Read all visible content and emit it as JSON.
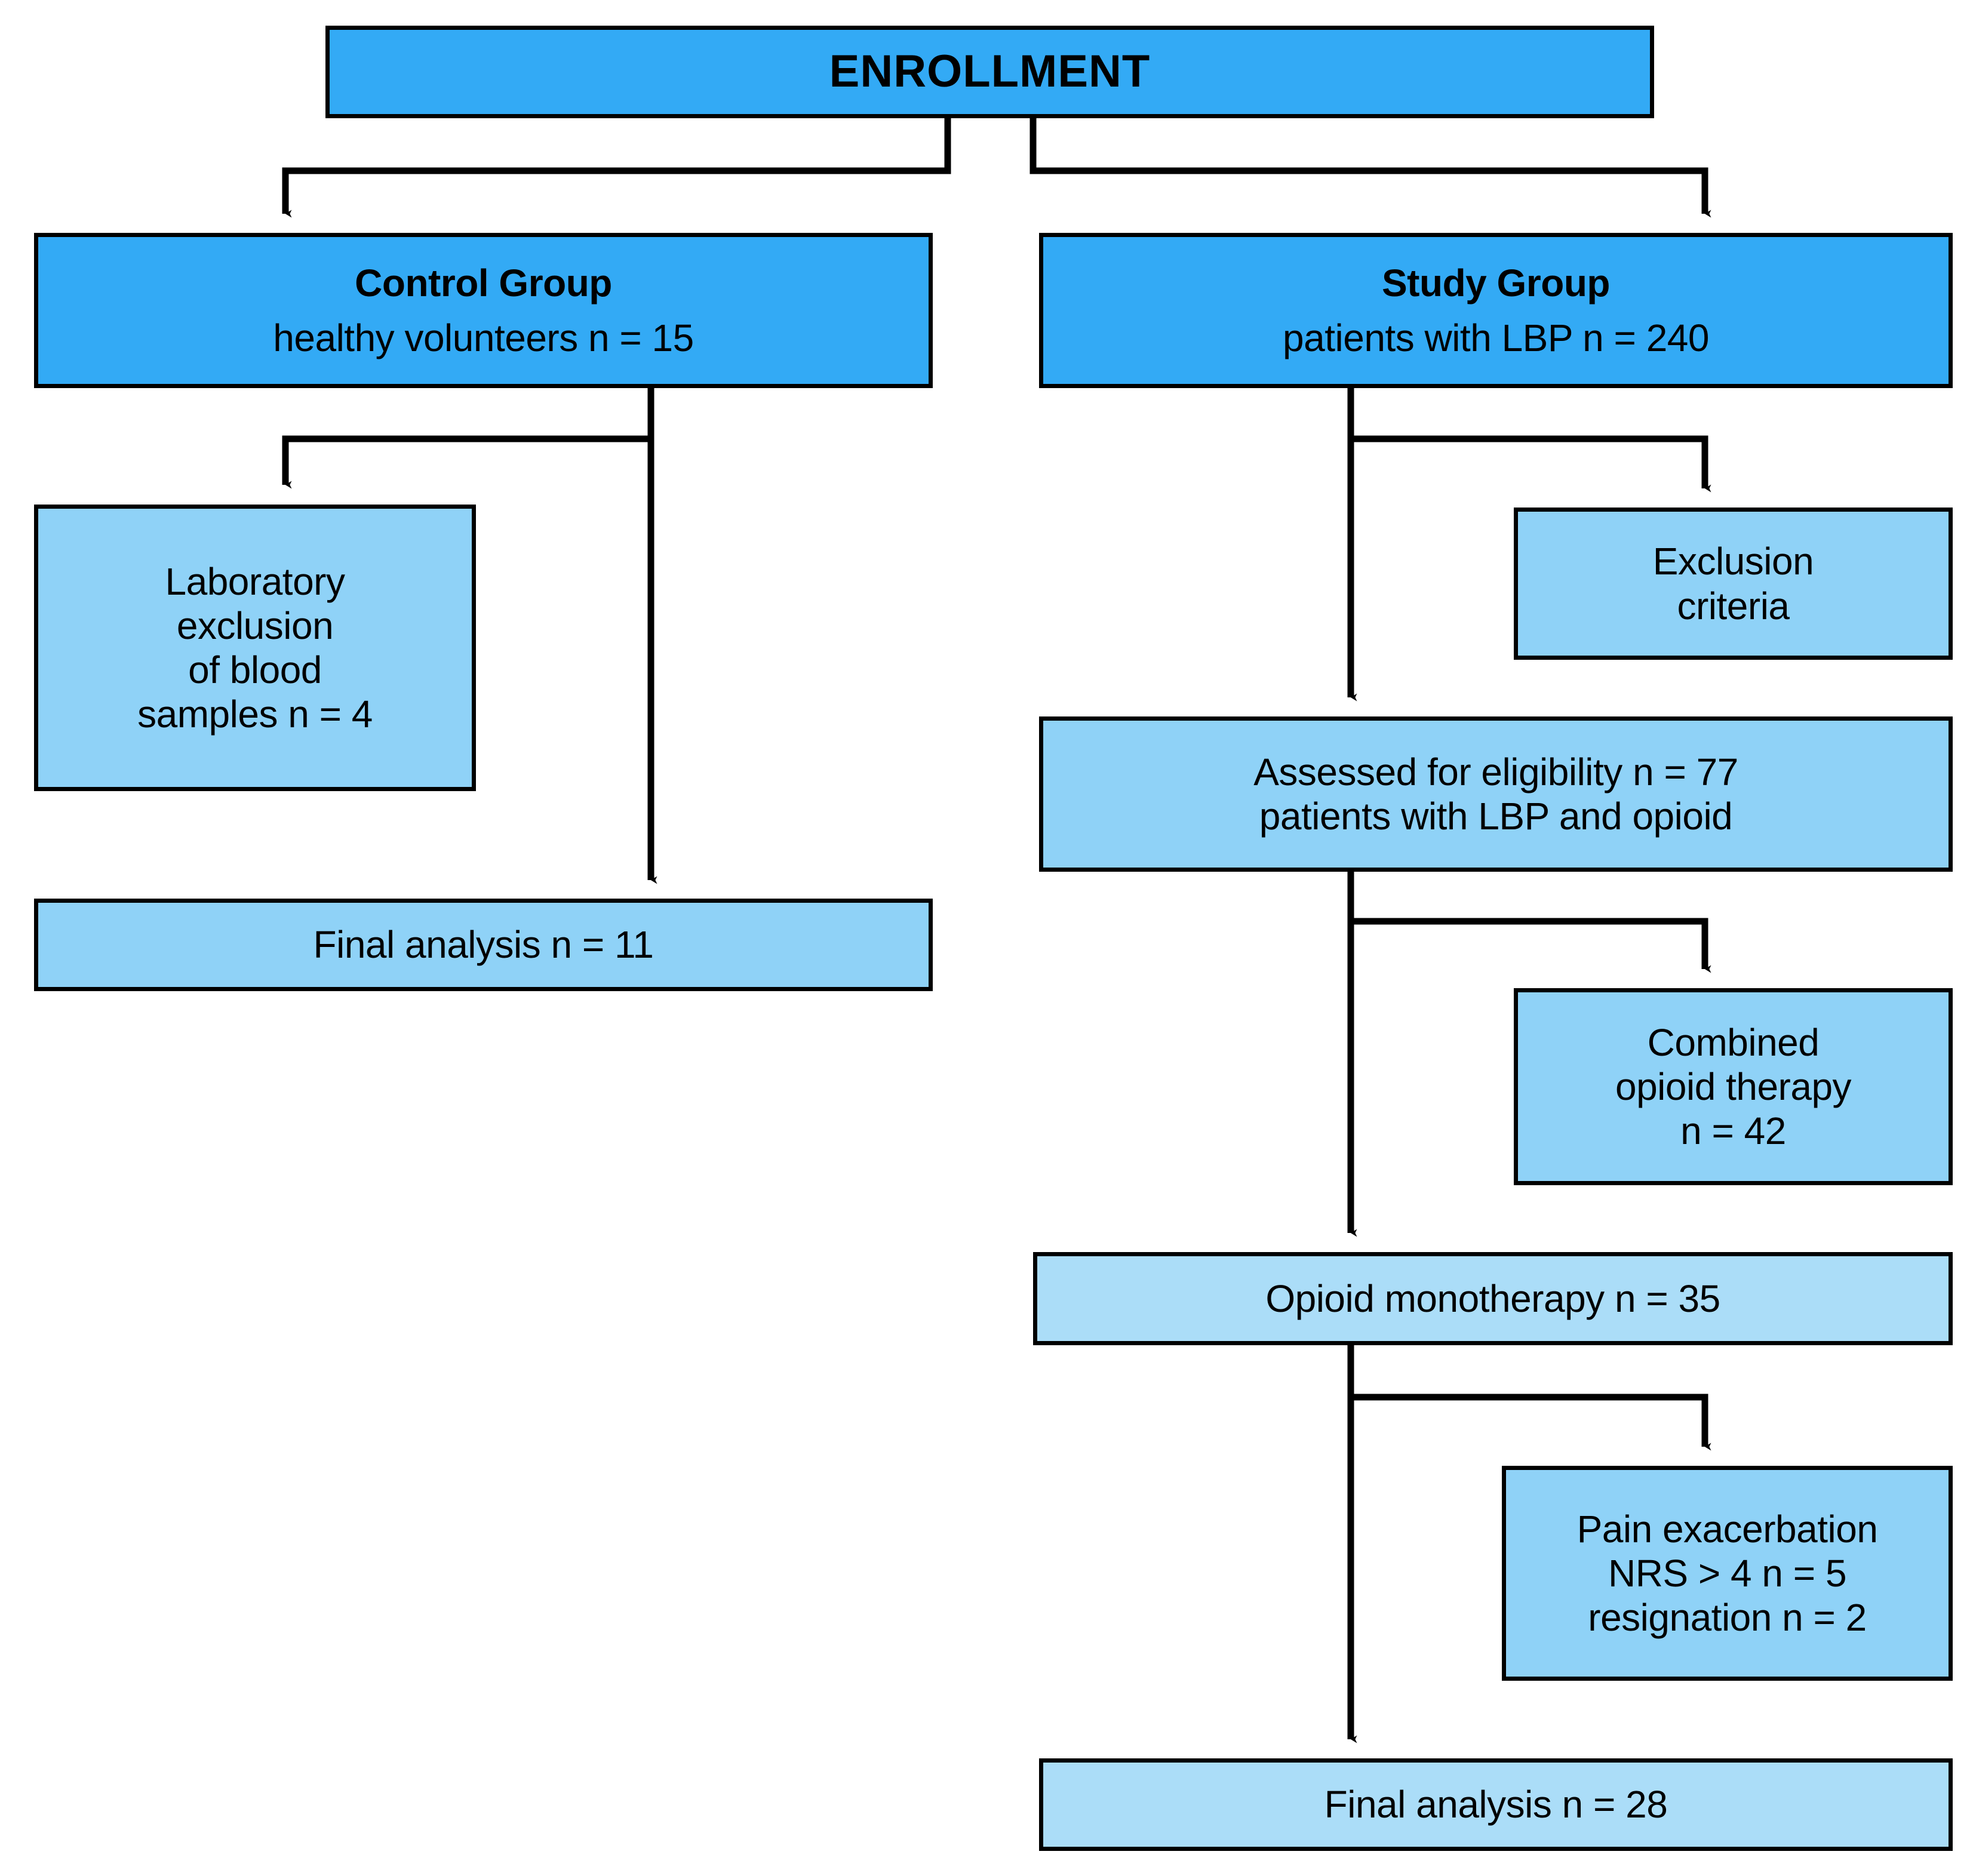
{
  "diagram": {
    "type": "flowchart",
    "title_node": {
      "id": "enrollment",
      "label": "ENROLLMENT",
      "fill": "#33AAF5"
    },
    "colors": {
      "node_fill_primary": "#33AAF5",
      "node_fill_secondary": "#8FD2F7",
      "node_fill_tertiary": "#ABDDF8",
      "border": "#000000",
      "connector": "#000000",
      "background": "#FFFFFF",
      "text": "#000000"
    },
    "branches": {
      "left": {
        "name": "control-arm",
        "group_node": {
          "id": "control-group",
          "lines": [
            {
              "text": "Control Group",
              "bold": true
            },
            {
              "text": "healthy volunteers n = 15",
              "bold": false
            }
          ]
        },
        "exclusion_node": {
          "id": "laboratory-exclusion",
          "lines": [
            {
              "text": "Laboratory",
              "bold": false
            },
            {
              "text": "exclusion",
              "bold": false
            },
            {
              "text": "of blood",
              "bold": false
            },
            {
              "text": "samples n = 4",
              "bold": false
            }
          ]
        },
        "final_node": {
          "id": "final-analysis-control",
          "lines": [
            {
              "text": "Final analysis n = 11",
              "bold": false
            }
          ]
        }
      },
      "right": {
        "name": "study-arm",
        "group_node": {
          "id": "study-group",
          "lines": [
            {
              "text": "Study Group",
              "bold": true
            },
            {
              "text": "patients with LBP n = 240",
              "bold": false
            }
          ]
        },
        "exclusion_criteria_node": {
          "id": "exclusion-criteria",
          "lines": [
            {
              "text": "Exclusion",
              "bold": false
            },
            {
              "text": "criteria",
              "bold": false
            }
          ]
        },
        "assessed_node": {
          "id": "assessed-for-eligibility",
          "lines": [
            {
              "text": "Assessed for eligibility n = 77",
              "bold": false
            },
            {
              "text": "patients with LBP and opioid",
              "bold": false
            }
          ]
        },
        "combined_node": {
          "id": "combined-opioid-therapy",
          "lines": [
            {
              "text": "Combined",
              "bold": false
            },
            {
              "text": "opioid therapy",
              "bold": false
            },
            {
              "text": "n = 42",
              "bold": false
            }
          ]
        },
        "monotherapy_node": {
          "id": "opioid-monotherapy",
          "lines": [
            {
              "text": "Opioid monotherapy n = 35",
              "bold": false
            }
          ]
        },
        "dropout_node": {
          "id": "pain-exacerbation-dropout",
          "lines": [
            {
              "text": "Pain exacerbation",
              "bold": false
            },
            {
              "text": "NRS > 4 n = 5",
              "bold": false
            },
            {
              "text": "resignation n = 2",
              "bold": false
            }
          ]
        },
        "final_node": {
          "id": "final-analysis-study",
          "lines": [
            {
              "text": "Final analysis n = 28",
              "bold": false
            }
          ]
        }
      }
    },
    "counts": {
      "control_enrolled": 15,
      "control_lab_excluded": 4,
      "control_final": 11,
      "study_enrolled": 240,
      "study_assessed": 77,
      "combined_opioid": 42,
      "monotherapy": 35,
      "pain_exacerbation_nrs_gt_4": 5,
      "resignation": 2,
      "study_final": 28
    }
  }
}
